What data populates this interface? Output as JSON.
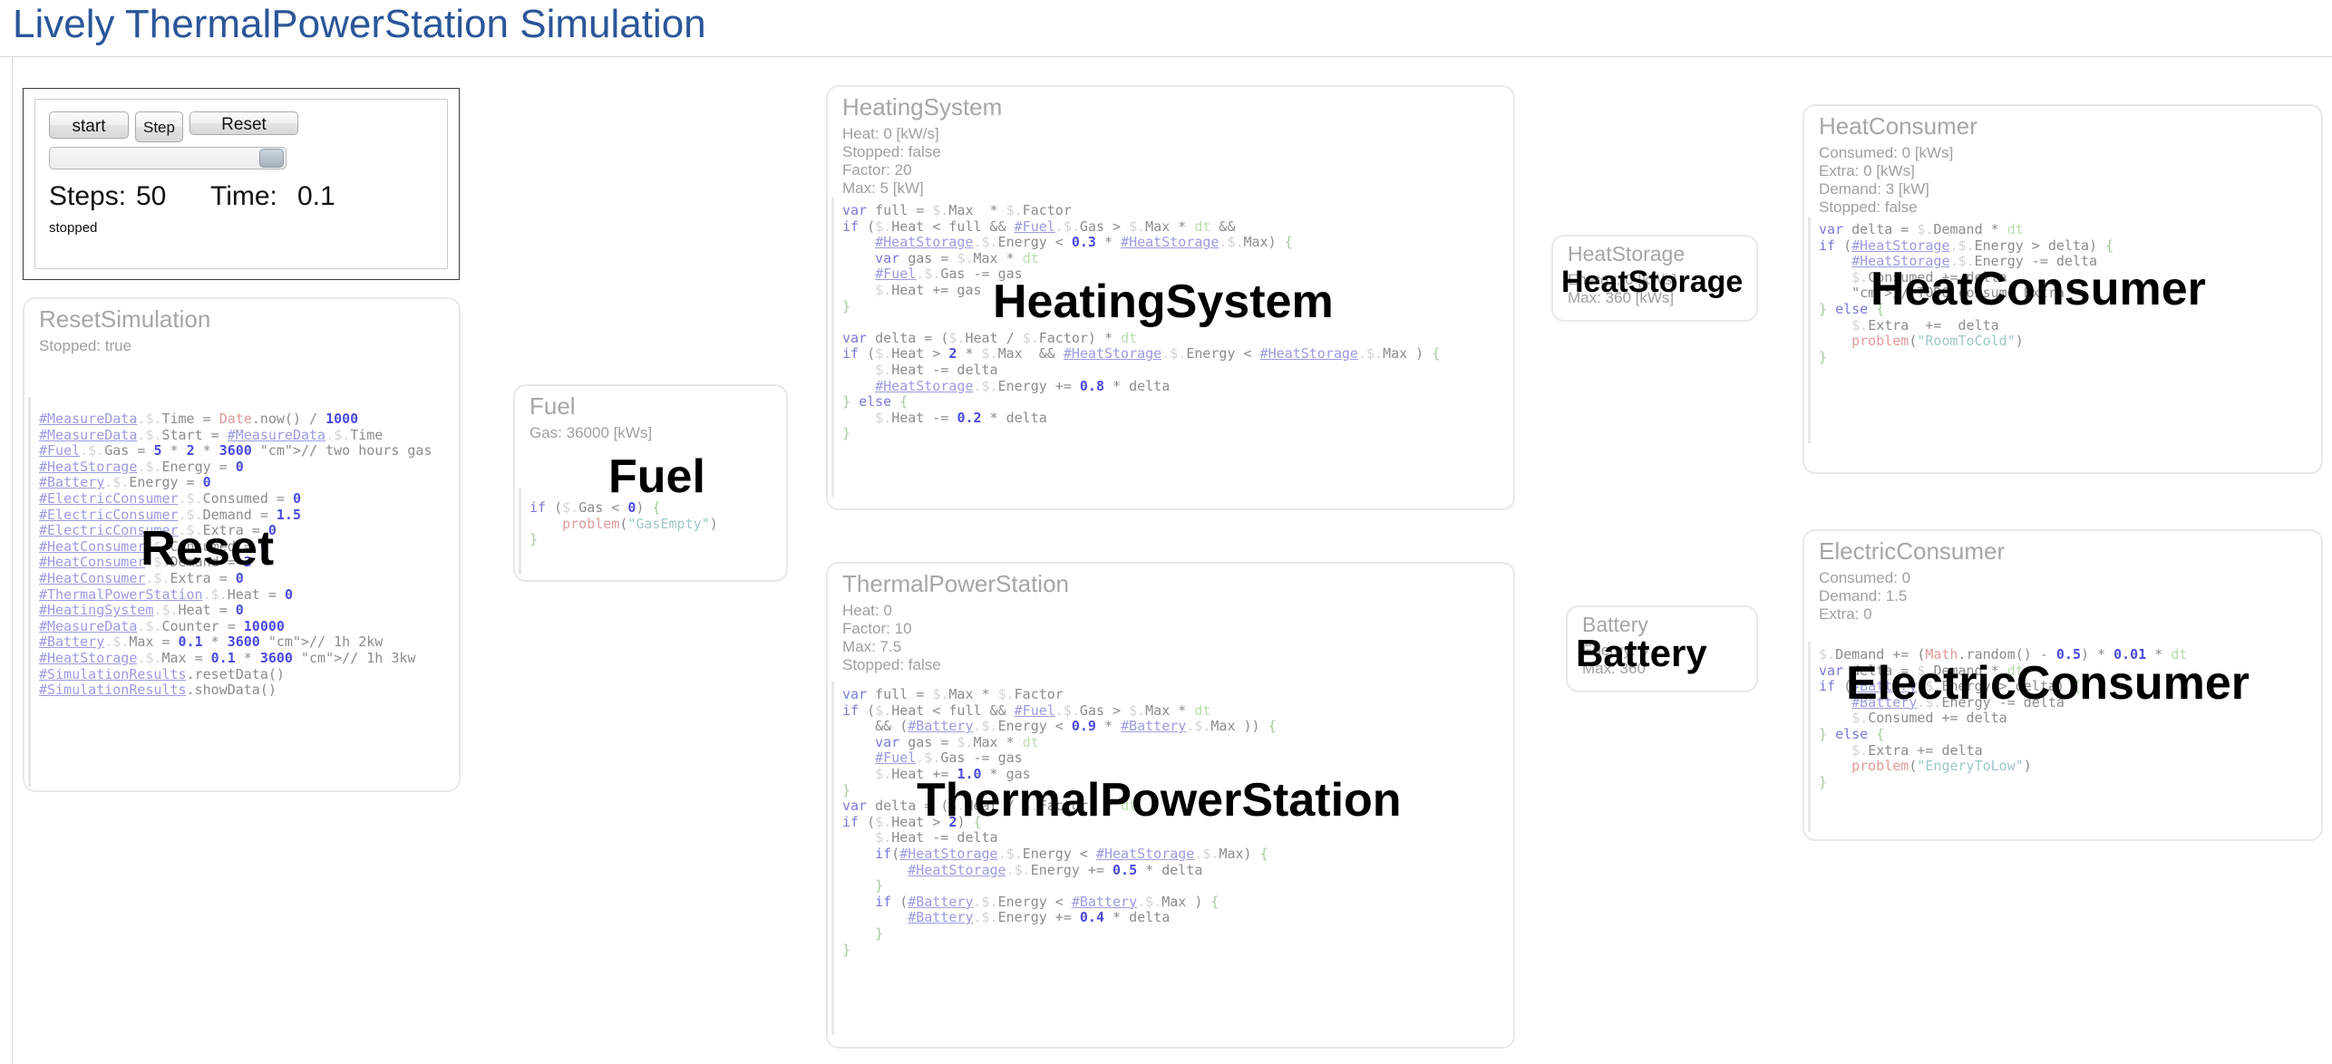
{
  "page": {
    "title": "Lively ThermalPowerStation Simulation",
    "title_color": "#2a5699"
  },
  "controls": {
    "start_label": "start",
    "step_label": "Step",
    "reset_label": "Reset",
    "steps_label": "Steps:",
    "steps_value": "50",
    "time_label": "Time:",
    "time_value": "0.1",
    "state": "stopped",
    "slider_value": "100"
  },
  "cards": {
    "reset_simulation": {
      "title": "ResetSimulation",
      "props": "Stopped: true",
      "code": "#MeasureData.$.Time = Date.now() / 1000\n#MeasureData.$.Start = #MeasureData.$.Time\n#Fuel.$.Gas = 5 * 2 * 3600 // two hours gas\n#HeatStorage.$.Energy = 0\n#Battery.$.Energy = 0\n#ElectricConsumer.$.Consumed = 0\n#ElectricConsumer.$.Demand = 1.5\n#ElectricConsumer.$.Extra = 0\n#HeatConsumer.$.Consumed = 0\n#HeatConsumer.$.Demand = 3\n#HeatConsumer.$.Extra = 0\n#ThermalPowerStation.$.Heat = 0\n#HeatingSystem.$.Heat = 0\n#MeasureData.$.Counter = 10000\n#Battery.$.Max = 0.1 * 3600 // 1h 2kw\n#HeatStorage.$.Max = 0.1 * 3600 // 1h 3kw\n#SimulationResults.resetData()\n#SimulationResults.showData()",
      "overlay": "Reset"
    },
    "fuel": {
      "title": "Fuel",
      "props": "Gas: 36000 [kWs]",
      "code": "if ($.Gas < 0) {\n    problem(\"GasEmpty\")\n}",
      "overlay": "Fuel"
    },
    "heating_system": {
      "title": "HeatingSystem",
      "props": "Heat: 0 [kW/s]\nStopped: false\nFactor: 20\nMax: 5 [kW]",
      "code": "var full = $.Max  * $.Factor\nif ($.Heat < full && #Fuel.$.Gas > $.Max * dt &&\n    #HeatStorage.$.Energy < 0.3 * #HeatStorage.$.Max) {\n    var gas = $.Max * dt\n    #Fuel.$.Gas -= gas\n    $.Heat += gas\n}\n\nvar delta = ($.Heat / $.Factor) * dt\nif ($.Heat > 2 * $.Max  && #HeatStorage.$.Energy < #HeatStorage.$.Max ) {\n    $.Heat -= delta\n    #HeatStorage.$.Energy += 0.8 * delta\n} else {\n    $.Heat -= 0.2 * delta\n}",
      "overlay": "HeatingSystem"
    },
    "thermal_power_station": {
      "title": "ThermalPowerStation",
      "props": "Heat: 0\nFactor: 10\nMax: 7.5\nStopped: false",
      "code": "var full = $.Max * $.Factor\nif ($.Heat < full && #Fuel.$.Gas > $.Max * dt\n    && (#Battery.$.Energy < 0.9 * #Battery.$.Max )) {\n    var gas = $.Max * dt\n    #Fuel.$.Gas -= gas\n    $.Heat += 1.0 * gas\n}\nvar delta = ($.Heat / $.Factor) * dt\nif ($.Heat > 2) {\n    $.Heat -= delta\n    if(#HeatStorage.$.Energy < #HeatStorage.$.Max) {\n        #HeatStorage.$.Energy += 0.5 * delta\n    }\n    if (#Battery.$.Energy < #Battery.$.Max ) {\n        #Battery.$.Energy += 0.4 * delta\n    }\n}",
      "overlay": "ThermalPowerStation"
    },
    "heat_storage": {
      "title": "HeatStorage",
      "props": "Energy: 0 [kWs]\nMax: 360 [kWs]",
      "overlay": "HeatStorage"
    },
    "battery": {
      "title": "Battery",
      "props": "Energy: 0\nMax: 360",
      "overlay": "Battery"
    },
    "heat_consumer": {
      "title": "HeatConsumer",
      "props": "Consumed: 0 [kWs]\nExtra: 0 [kWs]\nDemand: 3 [kW]\nStopped: false",
      "code": "var delta = $.Demand * dt\nif (#HeatStorage.$.Energy > delta) {\n    #HeatStorage.$.Energy -= delta\n    $.Consumed += delta\n    // TODO consume Extra\n} else {\n    $.Extra  +=  delta\n    problem(\"RoomToCold\")\n}",
      "overlay": "HeatConsumer"
    },
    "electric_consumer": {
      "title": "ElectricConsumer",
      "props": "Consumed: 0\nDemand: 1.5\nExtra: 0",
      "code": "$.Demand += (Math.random() - 0.5) * 0.01 * dt\nvar delta = $.Demand * dt\nif (#Battery.$.Energy > delta) {\n    #Battery.$.Energy -= delta\n    $.Consumed += delta\n} else {\n    $.Extra += delta\n    problem(\"EngeryToLow\")\n}",
      "overlay": "ElectricConsumer"
    }
  }
}
